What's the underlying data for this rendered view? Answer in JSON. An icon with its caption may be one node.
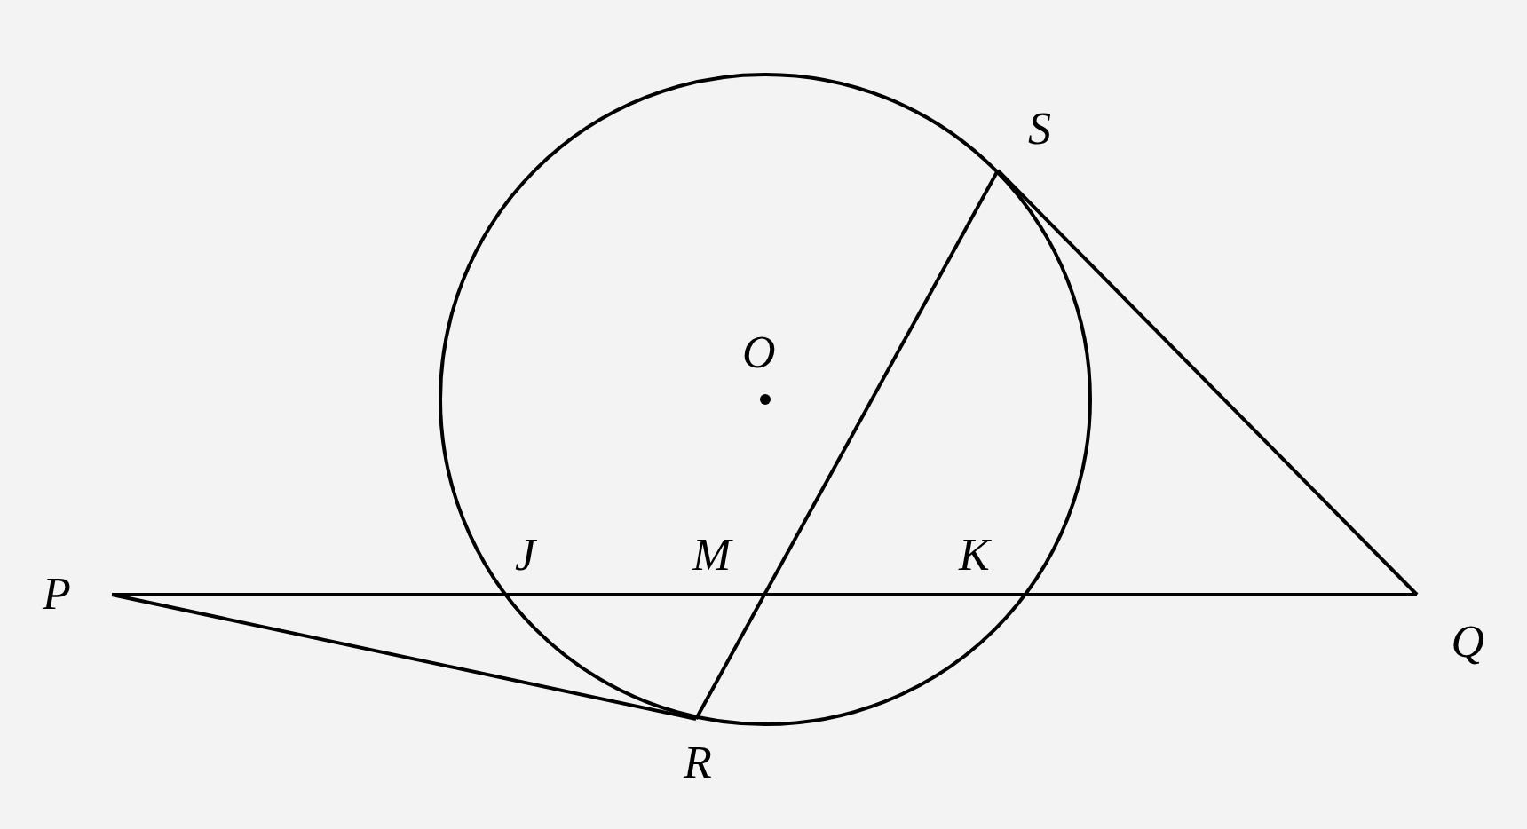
{
  "diagram": {
    "nodes": [
      {
        "text": [
          "P"
        ]
      },
      {
        "text": [
          "Q"
        ]
      },
      {
        "text": [
          "R"
        ]
      },
      {
        "text": [
          "S"
        ]
      }
    ],
    "edges": [
      {
        "from": 0,
        "to": 1,
        "arrow": "none"
      },
      {
        "from": 0,
        "to": 2,
        "arrow": "none"
      },
      {
        "from": 3,
        "to": 2,
        "arrow": "none"
      },
      {
        "from": 3,
        "to": 1,
        "arrow": "none"
      }
    ],
    "labels": [
      "O",
      "J",
      "M",
      "K"
    ]
  }
}
